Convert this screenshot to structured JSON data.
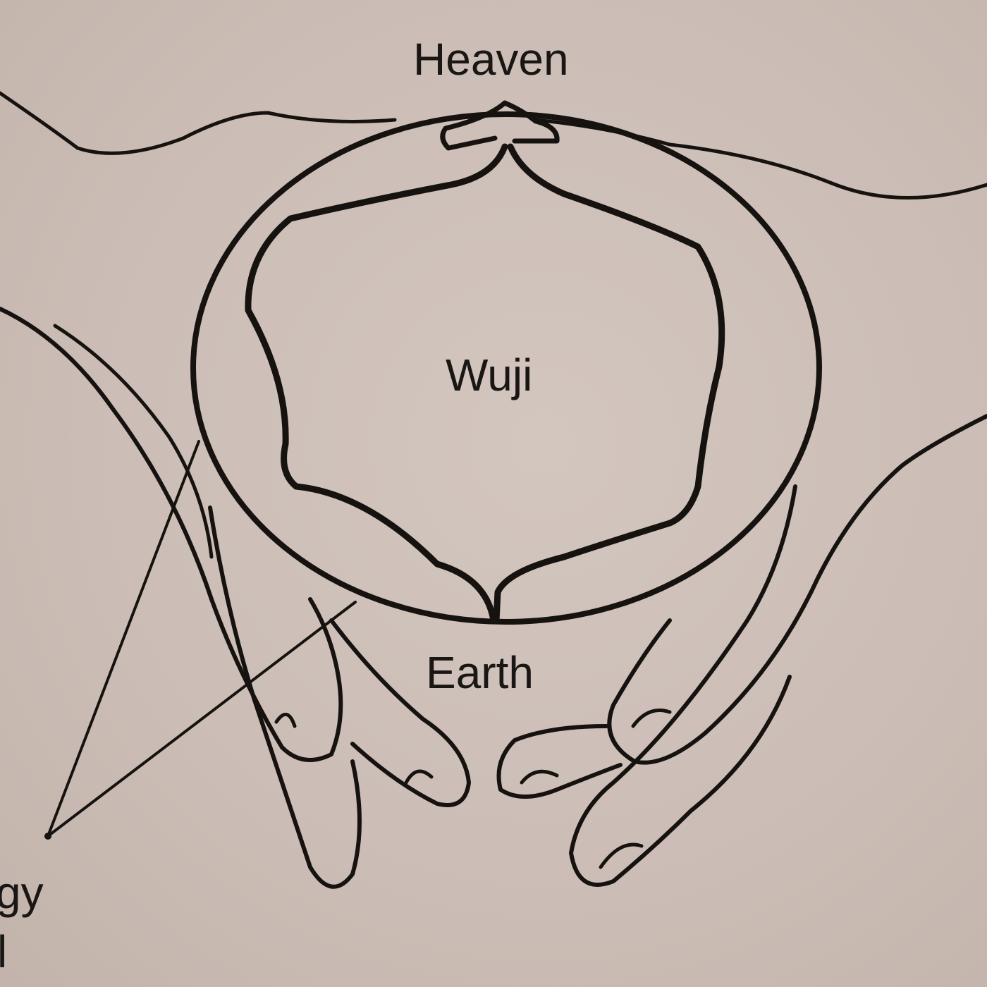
{
  "labels": {
    "heaven": "Heaven",
    "wuji": "Wuji",
    "earth": "Earth",
    "side_line1": "gy",
    "side_line2": "l"
  },
  "colors": {
    "paper": "#cdbfb8",
    "ink": "#161210"
  }
}
